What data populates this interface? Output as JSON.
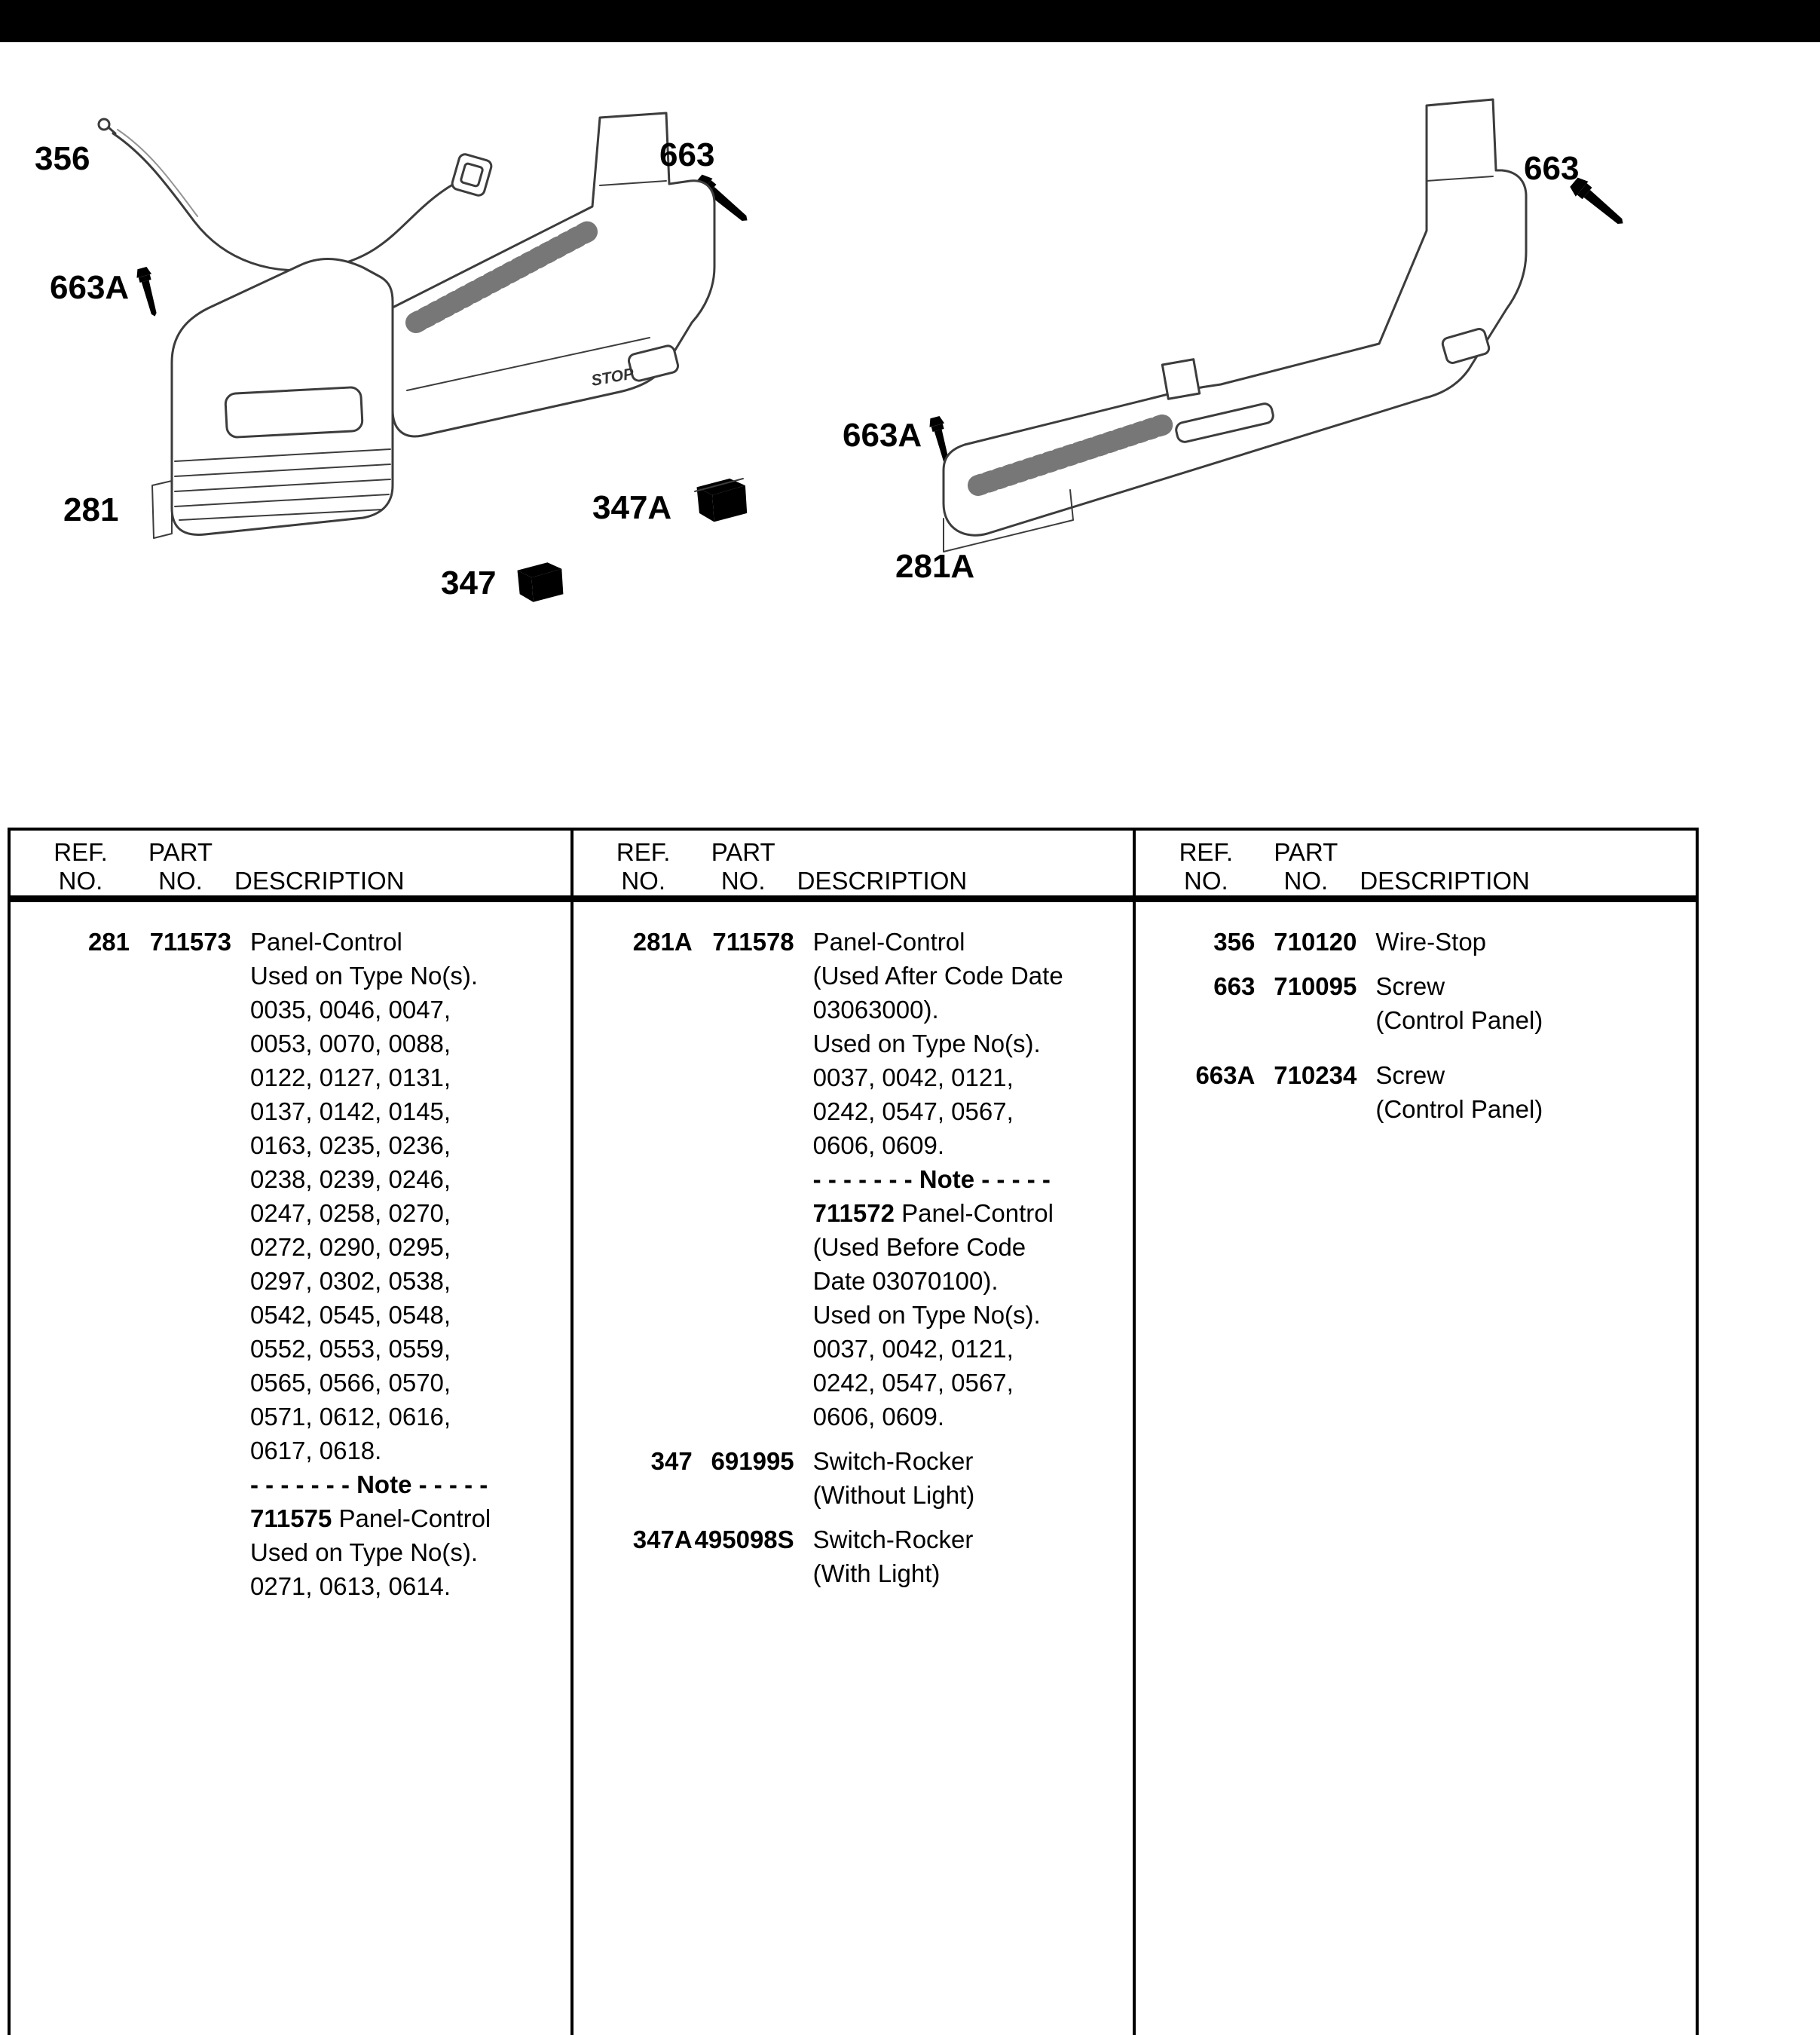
{
  "page": {
    "background": "#ffffff",
    "top_bar_color": "#000000"
  },
  "diagram": {
    "labels": {
      "n356": "356",
      "n663_left": "663",
      "n663a_left": "663A",
      "n281": "281",
      "n347a": "347A",
      "n347": "347",
      "n663_right": "663",
      "n663a_right": "663A",
      "n281a": "281A"
    },
    "stop_text": "STOP"
  },
  "table": {
    "headers": {
      "ref": [
        "REF.",
        "NO."
      ],
      "part": [
        "PART",
        "NO."
      ],
      "desc": "DESCRIPTION"
    },
    "columns": [
      {
        "rows": [
          {
            "ref": "281",
            "part": "711573",
            "desc": [
              "Panel-Control",
              "Used on Type No(s).",
              "0035, 0046, 0047,",
              "0053, 0070, 0088,",
              "0122, 0127, 0131,",
              "0137, 0142, 0145,",
              "0163, 0235, 0236,",
              "0238, 0239, 0246,",
              "0247, 0258, 0270,",
              "0272, 0290, 0295,",
              "0297, 0302, 0538,",
              "0542, 0545, 0548,",
              "0552, 0553, 0559,",
              "0565, 0566, 0570,",
              "0571, 0612, 0616,",
              "0617, 0618.",
              "**- - - - - - - Note - - - - -**",
              "**711575** Panel-Control",
              "Used on Type No(s).",
              "0271, 0613, 0614."
            ]
          }
        ]
      },
      {
        "rows": [
          {
            "ref": "281A",
            "part": "711578",
            "desc": [
              "Panel-Control",
              "(Used After Code Date",
              "03063000).",
              "Used on Type No(s).",
              "0037, 0042, 0121,",
              "0242, 0547, 0567,",
              "0606, 0609.",
              "**- - - - - - - Note - - - - -**",
              "**711572** Panel-Control",
              "(Used Before Code",
              "Date 03070100).",
              "Used on Type No(s).",
              "0037, 0042, 0121,",
              "0242, 0547, 0567,",
              "0606, 0609."
            ]
          },
          {
            "ref": "347",
            "part": "691995",
            "desc": [
              "Switch-Rocker",
              "(Without Light)"
            ]
          },
          {
            "ref": "347A",
            "part": "495098S",
            "desc": [
              "Switch-Rocker",
              "(With Light)"
            ]
          }
        ]
      },
      {
        "rows": [
          {
            "ref": "356",
            "part": "710120",
            "desc": [
              "Wire-Stop"
            ]
          },
          {
            "ref": "663",
            "part": "710095",
            "desc": [
              "Screw",
              "(Control Panel)"
            ]
          },
          {
            "ref": "663A",
            "part": "710234",
            "desc": [
              "Screw",
              "(Control Panel)"
            ],
            "gap_before": true
          }
        ]
      }
    ]
  }
}
